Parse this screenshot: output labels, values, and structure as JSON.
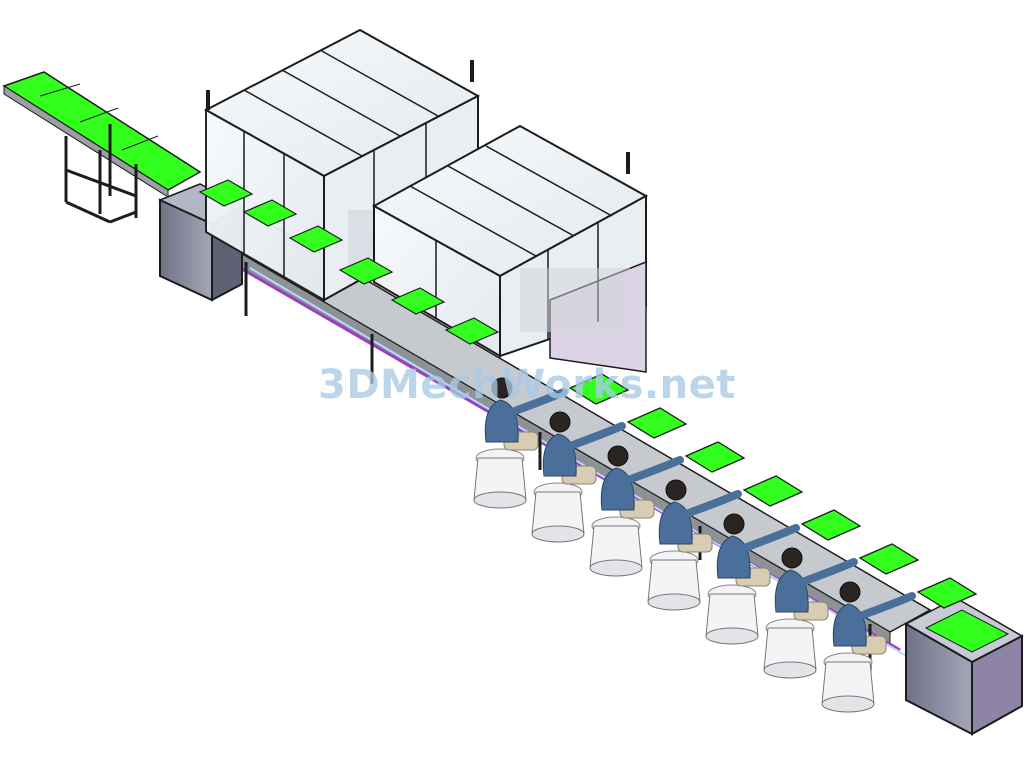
{
  "watermark": {
    "text": "3DMechWorks.net"
  },
  "colors": {
    "background": "#ffffff",
    "product_panel": "#33ff1f",
    "frame": "#1c1c1c",
    "glass": "#eef3f7",
    "cabinet": "#8a8ea0",
    "cabinet_lilac": "#dcd4e6",
    "belt": "#bfc3c8",
    "belt_accent": "#9b3fbf",
    "worker_shirt": "#4a6f9a",
    "worker_pants": "#d8cdb4",
    "stool": "#f4f4f6",
    "watermark": "#a9cbe6"
  },
  "objects": {
    "operators": 7,
    "workstation_panels": 7
  }
}
